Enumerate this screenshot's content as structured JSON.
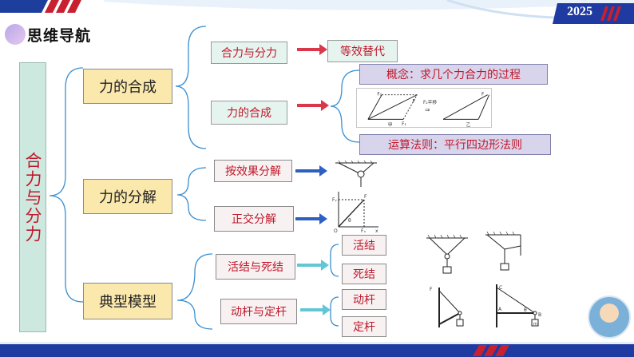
{
  "header": {
    "title": "思维导航",
    "year_badge": "2025"
  },
  "root": {
    "label": "合力与分力"
  },
  "branches": [
    {
      "label": "力的合成"
    },
    {
      "label": "力的分解"
    },
    {
      "label": "典型模型"
    }
  ],
  "nodes": {
    "composition_concept": "合力与分力",
    "equivalent_replacement": "等效替代",
    "composition": "力的合成",
    "concept": "概念：求几个力合力的过程",
    "rule": "运算法则：平行四边形法则",
    "effect_decomposition": "按效果分解",
    "orthogonal_decomposition": "正交分解",
    "knot_types": "活结与死结",
    "live_knot": "活结",
    "dead_knot": "死结",
    "rod_types": "动杆与定杆",
    "moving_rod": "动杆",
    "fixed_rod": "定杆"
  },
  "figure_labels": {
    "parallelogram": {
      "f1": "F₁",
      "f2": "F₂",
      "f": "F",
      "shift": "F₂平移",
      "left_caption": "甲",
      "right_caption": "乙"
    },
    "orthogonal": {
      "fy": "Fᵧ",
      "f": "F",
      "theta": "θ",
      "origin": "O",
      "fx": "Fₓ",
      "x": "x"
    },
    "rods": {
      "c": "C",
      "a": "A",
      "b": "B",
      "theta": "θ",
      "m": "m",
      "f": "F"
    }
  },
  "colors": {
    "accent_red": "#c0182a",
    "connector_blue": "#3b8fd0",
    "arrow_red": "#d8384a",
    "arrow_blue": "#2f5fc0",
    "arrow_cyan": "#62c6d6",
    "banner_blue": "#1f3aa0"
  }
}
